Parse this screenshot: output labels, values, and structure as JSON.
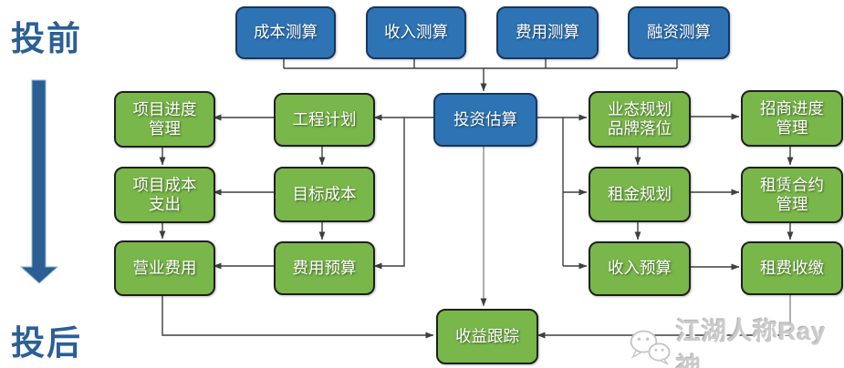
{
  "phase": {
    "pre": "投前",
    "post": "投后"
  },
  "nodes": {
    "cost_calc": "成本测算",
    "income_calc": "收入测算",
    "expense_calc": "费用测算",
    "financing_calc": "融资测算",
    "investment_estimate": "投资估算",
    "project_progress_mgmt": "项目进度\n管理",
    "engineering_plan": "工程计划",
    "format_brand_planning": "业态规划\n品牌落位",
    "leasing_progress_mgmt": "招商进度\n管理",
    "project_cost_expense": "项目成本\n支出",
    "target_cost": "目标成本",
    "rent_planning": "租金规划",
    "lease_contract_mgmt": "租赁合约\n管理",
    "operating_expense": "营业费用",
    "expense_budget": "费用预算",
    "income_budget": "收入预算",
    "rent_collection": "租费收缴",
    "revenue_tracking": "收益跟踪"
  },
  "watermark": {
    "text": "江湖人称Ray神",
    "icon": "wechat-icon"
  },
  "colors": {
    "blue_fill": "#2E74B5",
    "blue_border": "#17365D",
    "green_fill": "#79B74A",
    "green_border": "#1F1F1F",
    "node_text": "#FFFFFF",
    "phase_color": "#2B5F94",
    "phase_arrow_edge": "#8FB4D4",
    "connector": "#3F3F3F",
    "connector_light": "#8C8C8C",
    "watermark_color": "#CBCBCB"
  }
}
